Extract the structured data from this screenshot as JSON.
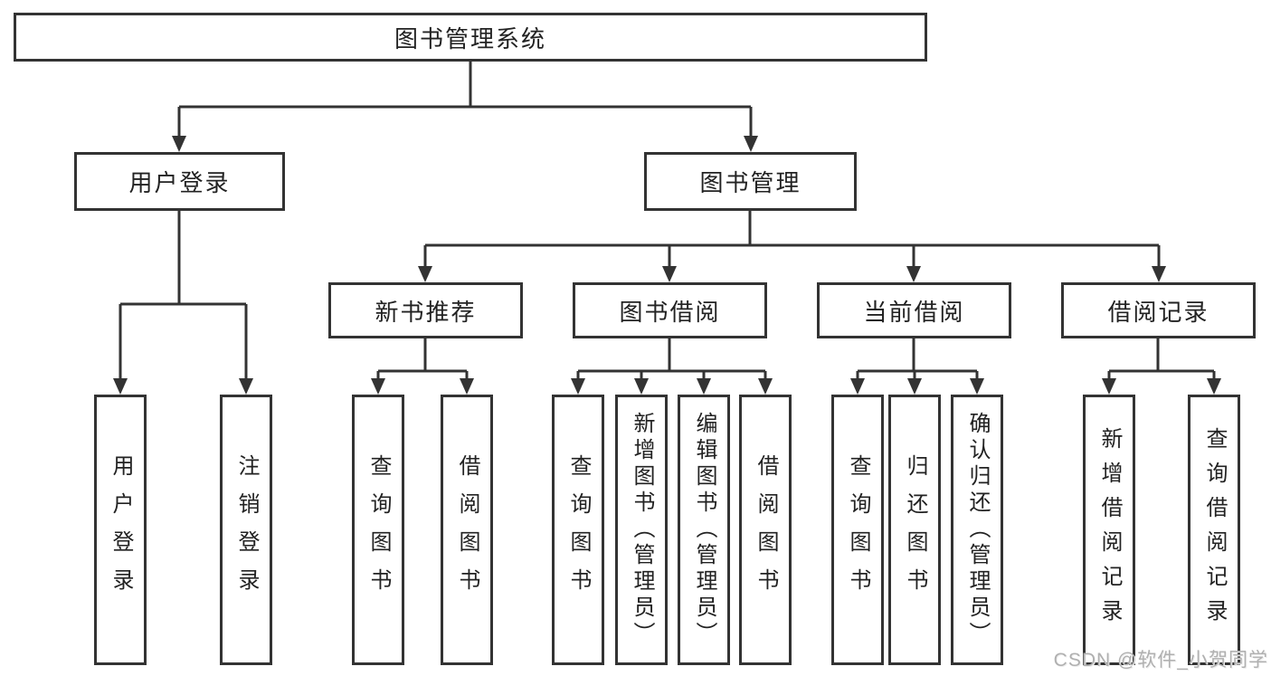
{
  "diagram": {
    "root": {
      "label": "图书管理系统"
    },
    "level2": {
      "user_login": {
        "label": "用户登录"
      },
      "book_mgmt": {
        "label": "图书管理"
      }
    },
    "level3": {
      "new_books": {
        "label": "新书推荐"
      },
      "borrowing": {
        "label": "图书借阅"
      },
      "current": {
        "label": "当前借阅"
      },
      "records": {
        "label": "借阅记录"
      }
    },
    "leaves": {
      "login": "用户登录",
      "logout": "注销登录",
      "nb_query": "查询图书",
      "nb_borrow": "借阅图书",
      "bw_query": "查询图书",
      "bw_add": "新增图书（管理员）",
      "bw_edit": "编辑图书（管理员）",
      "bw_borrow": "借阅图书",
      "cur_query": "查询图书",
      "cur_return": "归还图书",
      "cur_confirm": "确认归还（管理员）",
      "rec_add": "新增借阅记录",
      "rec_query": "查询借阅记录"
    }
  },
  "watermark": {
    "text": "CSDN @软件_小贺同学"
  },
  "colors": {
    "line": "#333333",
    "text": "#222222",
    "background": "#ffffff",
    "watermark": "#b0b0b0"
  }
}
